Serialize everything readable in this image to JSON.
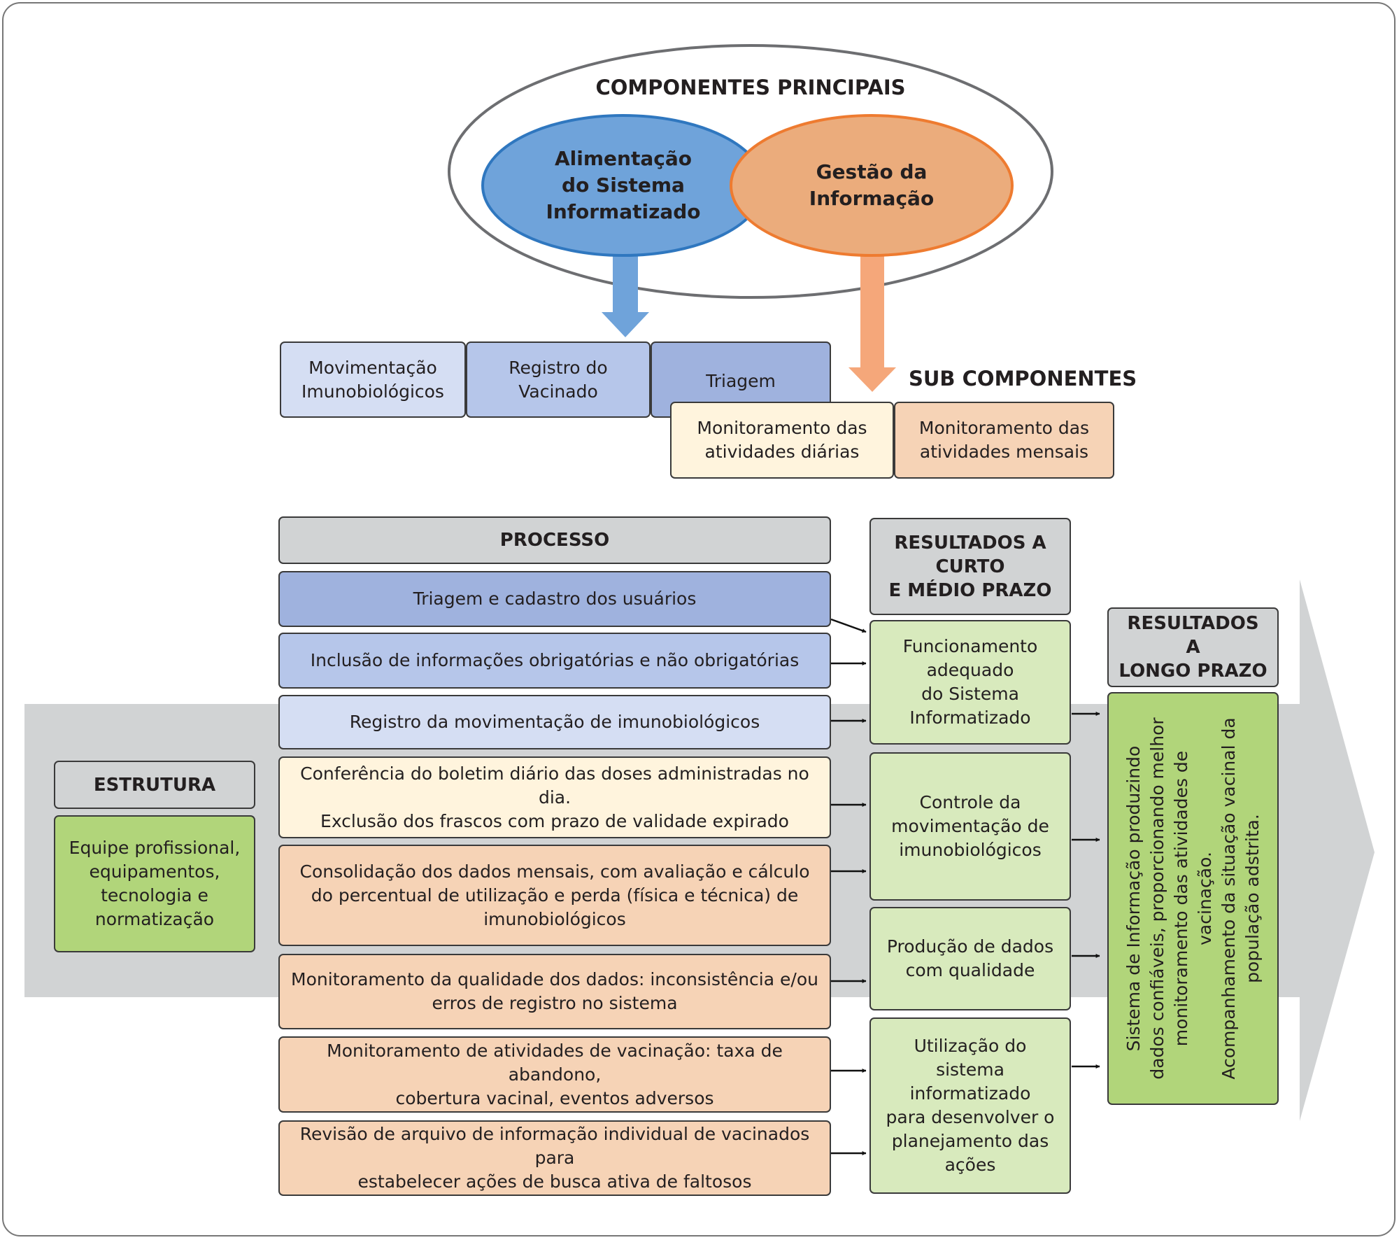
{
  "components": {
    "title": "COMPONENTES PRINCIPAIS",
    "blue_ellipse": "Alimentação\ndo Sistema\nInformatizado",
    "orange_ellipse": "Gestão da\nInformação",
    "colors": {
      "blue": "#6fa3da",
      "orange": "#ebac7c",
      "blue_arrow": "#6fa3da",
      "orange_arrow": "#f5a77a"
    }
  },
  "subcomponents": {
    "title": "SUB COMPONENTES",
    "items": [
      "Movimentação\nImunobiológicos",
      "Registro do\nVacinado",
      "Triagem",
      "Monitoramento das\natividades diárias",
      "Monitoramento das\natividades mensais"
    ]
  },
  "processo": {
    "header": "PROCESSO",
    "items": [
      "Triagem e cadastro dos usuários",
      "Inclusão de informações obrigatórias e não obrigatórias",
      "Registro da movimentação de imunobiológicos",
      "Conferência do boletim diário das doses administradas no dia.\nExclusão dos frascos com prazo de validade expirado",
      "Consolidação dos dados mensais, com avaliação e cálculo\ndo percentual de utilização e perda (física e técnica) de\nimunobiológicos",
      "Monitoramento da qualidade dos dados: inconsistência e/ou\nerros de registro no sistema",
      "Monitoramento de atividades de vacinação: taxa de abandono,\ncobertura vacinal, eventos adversos",
      "Revisão de arquivo de informação individual de vacinados para\nestabelecer ações de busca ativa de faltosos"
    ]
  },
  "estrutura": {
    "header": "ESTRUTURA",
    "content": "Equipe profissional,\nequipamentos,\ntecnologia e\nnormatização"
  },
  "curto_medio": {
    "header": "RESULTADOS A\nCURTO\nE MÉDIO PRAZO",
    "items": [
      "Funcionamento\nadequado\ndo Sistema\nInformatizado",
      "Controle da\nmovimentação de\nimunobiológicos",
      "Produção de dados\ncom qualidade",
      "Utilização do sistema\ninformatizado\npara desenvolver o\nplanejamento das\nações"
    ]
  },
  "longo": {
    "header": "RESULTADOS A\nLONGO PRAZO",
    "content": "Sistema de Informação produzindo\ndados confiáveis, proporcionando melhor\nmonitoramento das atividades de vacinação.\nAcompanhamento da situação vacinal da\npopulação adstrita."
  }
}
